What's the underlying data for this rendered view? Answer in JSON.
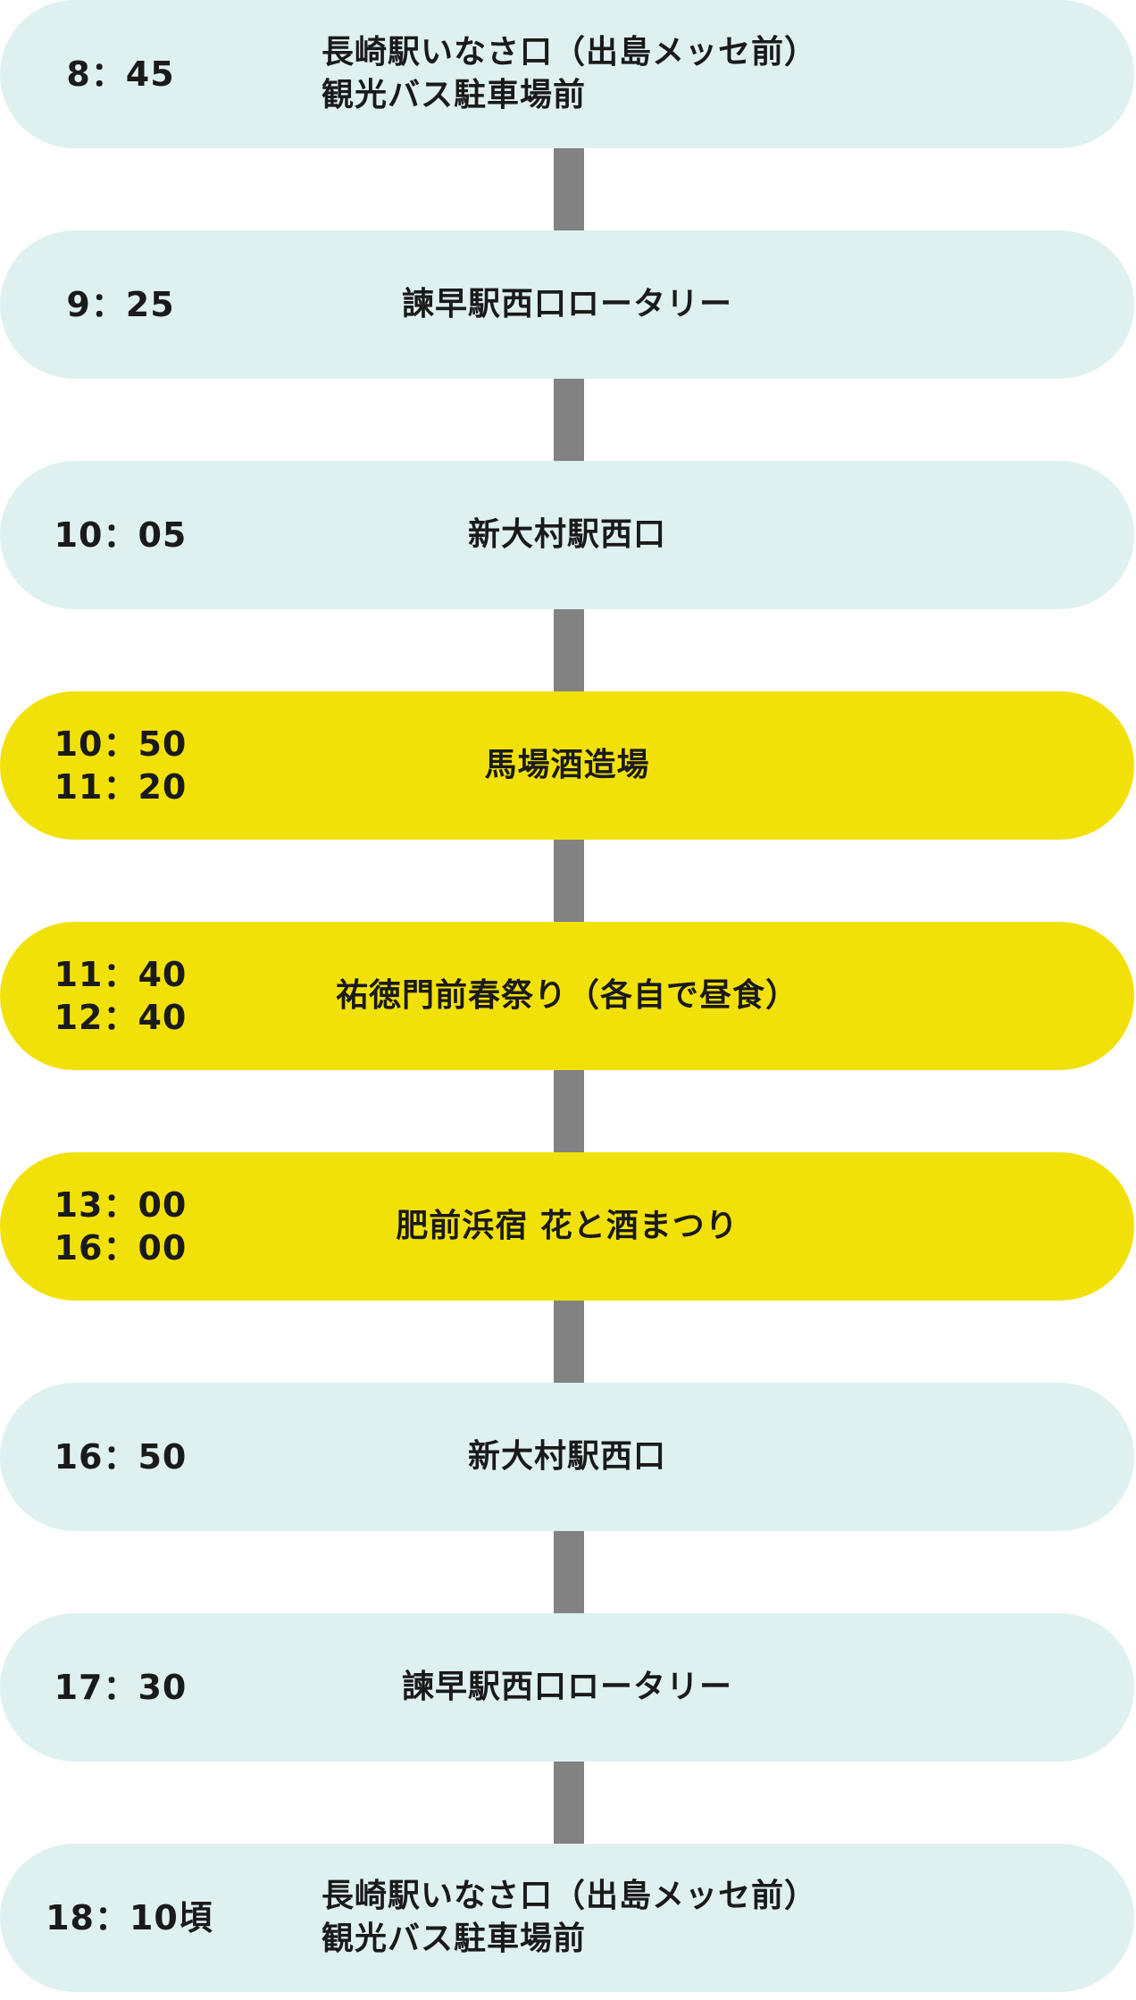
{
  "stops": [
    {
      "time1": "8：45",
      "time2": "",
      "place1": "長崎駅いなさ口（出島メッセ前）",
      "place2": "観光バス駐車場前",
      "color": "#dff0f0"
    },
    {
      "time1": "9：25",
      "time2": "",
      "place1": "諫早駅西口ロータリー",
      "place2": "",
      "color": "#dff0f0"
    },
    {
      "time1": "10：05",
      "time2": "",
      "place1": "新大村駅西口",
      "place2": "",
      "color": "#dff0f0"
    },
    {
      "time1": "10：50",
      "time2": "11：20",
      "place1": "馬場酒造場",
      "place2": "",
      "color": "#f2e109"
    },
    {
      "time1": "11：40",
      "time2": "12：40",
      "place1": "祐徳門前春祭り（各自で昼食）",
      "place2": "",
      "color": "#f2e109"
    },
    {
      "time1": "13：00",
      "time2": "16：00",
      "place1": "肥前浜宿 花と酒まつり",
      "place2": "",
      "color": "#f2e109"
    },
    {
      "time1": "16：50",
      "time2": "",
      "place1": "新大村駅西口",
      "place2": "",
      "color": "#dff0f0"
    },
    {
      "time1": "17：30",
      "time2": "",
      "place1": "諫早駅西口ロータリー",
      "place2": "",
      "color": "#dff0f0"
    },
    {
      "time1": "18：10頃",
      "time2": "",
      "place1": "長崎駅いなさ口（出島メッセ前）",
      "place2": "観光バス駐車場前",
      "color": "#dff0f0"
    }
  ],
  "colors": {
    "regular": "#dff0f0",
    "highlight": "#f2e109",
    "connector": "#828282"
  }
}
